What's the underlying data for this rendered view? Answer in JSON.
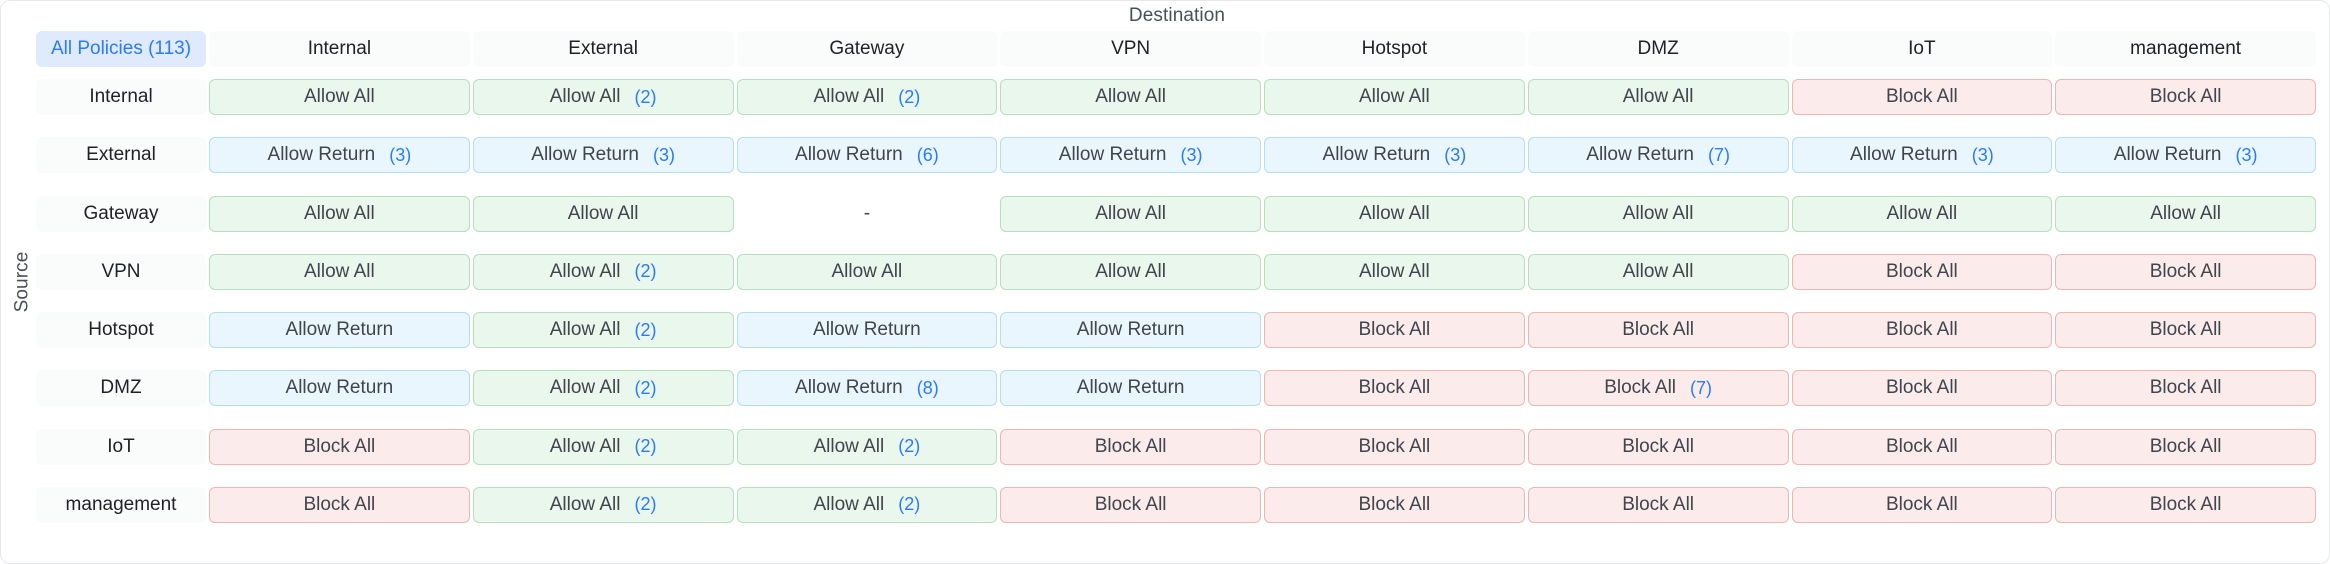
{
  "axes": {
    "destination_label": "Destination",
    "source_label": "Source"
  },
  "corner": {
    "label": "All Policies (113)",
    "total": 113
  },
  "colors": {
    "accent": "#2a7bf6",
    "allow_all_bg": "#eaf7ec",
    "allow_all_border": "#b6e0bd",
    "allow_return_bg": "#eaf6fd",
    "allow_return_border": "#b4ddf3",
    "block_all_bg": "#fbeceb",
    "block_all_border": "#eeb6b2",
    "header_bg": "#fafbfb",
    "corner_bg": "#dfeafd"
  },
  "chart_data": {
    "type": "heatmap",
    "title": "",
    "xlabel": "Destination",
    "ylabel": "Source",
    "categories": [
      "Internal",
      "External",
      "Gateway",
      "VPN",
      "Hotspot",
      "DMZ",
      "IoT",
      "management"
    ],
    "rows": [
      "Internal",
      "External",
      "Gateway",
      "VPN",
      "Hotspot",
      "DMZ",
      "IoT",
      "management"
    ],
    "legend": [
      "Allow All",
      "Allow Return",
      "Block All",
      "-"
    ],
    "matrix": [
      [
        {
          "label": "Allow All",
          "count": "",
          "kind": "allow-all"
        },
        {
          "label": "Allow All",
          "count": "(2)",
          "kind": "allow-all"
        },
        {
          "label": "Allow All",
          "count": "(2)",
          "kind": "allow-all"
        },
        {
          "label": "Allow All",
          "count": "",
          "kind": "allow-all"
        },
        {
          "label": "Allow All",
          "count": "",
          "kind": "allow-all"
        },
        {
          "label": "Allow All",
          "count": "",
          "kind": "allow-all"
        },
        {
          "label": "Block All",
          "count": "",
          "kind": "block-all"
        },
        {
          "label": "Block All",
          "count": "",
          "kind": "block-all"
        }
      ],
      [
        {
          "label": "Allow Return",
          "count": "(3)",
          "kind": "allow-return"
        },
        {
          "label": "Allow Return",
          "count": "(3)",
          "kind": "allow-return"
        },
        {
          "label": "Allow Return",
          "count": "(6)",
          "kind": "allow-return"
        },
        {
          "label": "Allow Return",
          "count": "(3)",
          "kind": "allow-return"
        },
        {
          "label": "Allow Return",
          "count": "(3)",
          "kind": "allow-return"
        },
        {
          "label": "Allow Return",
          "count": "(7)",
          "kind": "allow-return"
        },
        {
          "label": "Allow Return",
          "count": "(3)",
          "kind": "allow-return"
        },
        {
          "label": "Allow Return",
          "count": "(3)",
          "kind": "allow-return"
        }
      ],
      [
        {
          "label": "Allow All",
          "count": "",
          "kind": "allow-all"
        },
        {
          "label": "Allow All",
          "count": "",
          "kind": "allow-all"
        },
        {
          "label": "-",
          "count": "",
          "kind": "empty"
        },
        {
          "label": "Allow All",
          "count": "",
          "kind": "allow-all"
        },
        {
          "label": "Allow All",
          "count": "",
          "kind": "allow-all"
        },
        {
          "label": "Allow All",
          "count": "",
          "kind": "allow-all"
        },
        {
          "label": "Allow All",
          "count": "",
          "kind": "allow-all"
        },
        {
          "label": "Allow All",
          "count": "",
          "kind": "allow-all"
        }
      ],
      [
        {
          "label": "Allow All",
          "count": "",
          "kind": "allow-all"
        },
        {
          "label": "Allow All",
          "count": "(2)",
          "kind": "allow-all"
        },
        {
          "label": "Allow All",
          "count": "",
          "kind": "allow-all"
        },
        {
          "label": "Allow All",
          "count": "",
          "kind": "allow-all"
        },
        {
          "label": "Allow All",
          "count": "",
          "kind": "allow-all"
        },
        {
          "label": "Allow All",
          "count": "",
          "kind": "allow-all"
        },
        {
          "label": "Block All",
          "count": "",
          "kind": "block-all"
        },
        {
          "label": "Block All",
          "count": "",
          "kind": "block-all"
        }
      ],
      [
        {
          "label": "Allow Return",
          "count": "",
          "kind": "allow-return"
        },
        {
          "label": "Allow All",
          "count": "(2)",
          "kind": "allow-all"
        },
        {
          "label": "Allow Return",
          "count": "",
          "kind": "allow-return"
        },
        {
          "label": "Allow Return",
          "count": "",
          "kind": "allow-return"
        },
        {
          "label": "Block All",
          "count": "",
          "kind": "block-all"
        },
        {
          "label": "Block All",
          "count": "",
          "kind": "block-all"
        },
        {
          "label": "Block All",
          "count": "",
          "kind": "block-all"
        },
        {
          "label": "Block All",
          "count": "",
          "kind": "block-all"
        }
      ],
      [
        {
          "label": "Allow Return",
          "count": "",
          "kind": "allow-return"
        },
        {
          "label": "Allow All",
          "count": "(2)",
          "kind": "allow-all"
        },
        {
          "label": "Allow Return",
          "count": "(8)",
          "kind": "allow-return"
        },
        {
          "label": "Allow Return",
          "count": "",
          "kind": "allow-return"
        },
        {
          "label": "Block All",
          "count": "",
          "kind": "block-all"
        },
        {
          "label": "Block All",
          "count": "(7)",
          "kind": "block-all"
        },
        {
          "label": "Block All",
          "count": "",
          "kind": "block-all"
        },
        {
          "label": "Block All",
          "count": "",
          "kind": "block-all"
        }
      ],
      [
        {
          "label": "Block All",
          "count": "",
          "kind": "block-all"
        },
        {
          "label": "Allow All",
          "count": "(2)",
          "kind": "allow-all"
        },
        {
          "label": "Allow All",
          "count": "(2)",
          "kind": "allow-all"
        },
        {
          "label": "Block All",
          "count": "",
          "kind": "block-all"
        },
        {
          "label": "Block All",
          "count": "",
          "kind": "block-all"
        },
        {
          "label": "Block All",
          "count": "",
          "kind": "block-all"
        },
        {
          "label": "Block All",
          "count": "",
          "kind": "block-all"
        },
        {
          "label": "Block All",
          "count": "",
          "kind": "block-all"
        }
      ],
      [
        {
          "label": "Block All",
          "count": "",
          "kind": "block-all"
        },
        {
          "label": "Allow All",
          "count": "(2)",
          "kind": "allow-all"
        },
        {
          "label": "Allow All",
          "count": "(2)",
          "kind": "allow-all"
        },
        {
          "label": "Block All",
          "count": "",
          "kind": "block-all"
        },
        {
          "label": "Block All",
          "count": "",
          "kind": "block-all"
        },
        {
          "label": "Block All",
          "count": "",
          "kind": "block-all"
        },
        {
          "label": "Block All",
          "count": "",
          "kind": "block-all"
        },
        {
          "label": "Block All",
          "count": "",
          "kind": "block-all"
        }
      ]
    ]
  }
}
